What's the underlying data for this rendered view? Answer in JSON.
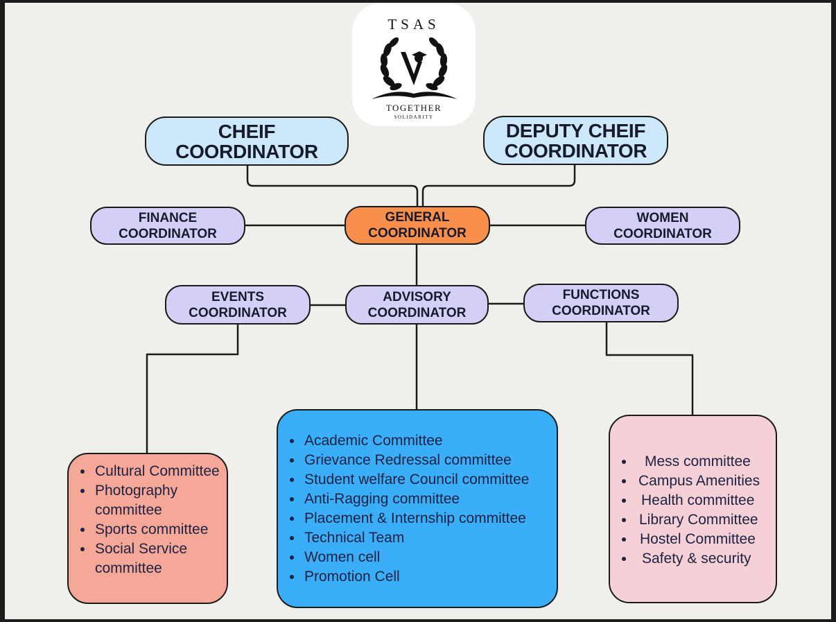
{
  "logo": {
    "title": "TSAS",
    "line1": "TOGETHER",
    "line2": "SOLIDARITY"
  },
  "nodes": {
    "chief": {
      "line1": "CHEIF",
      "line2": "COORDINATOR"
    },
    "deputy": {
      "line1": "DEPUTY CHEIF",
      "line2": "COORDINATOR"
    },
    "finance": {
      "line1": "FINANCE",
      "line2": "COORDINATOR"
    },
    "general": {
      "line1": "GENERAL",
      "line2": "COORDINATOR"
    },
    "women": {
      "line1": "WOMEN",
      "line2": "COORDINATOR"
    },
    "events": {
      "line1": "EVENTS",
      "line2": "COORDINATOR"
    },
    "advisory": {
      "line1": "ADVISORY",
      "line2": "COORDINATOR"
    },
    "functions": {
      "line1": "FUNCTIONS",
      "line2": "COORDINATOR"
    }
  },
  "lists": {
    "events": [
      "Cultural Committee",
      "Photography committee",
      "Sports committee",
      "Social Service committee"
    ],
    "advisory": [
      "Academic Committee",
      "Grievance Redressal committee",
      "Student welfare Council committee",
      "Anti-Ragging committee",
      "Placement & Internship committee",
      "Technical Team",
      "Women cell",
      "Promotion Cell"
    ],
    "functions": [
      "Mess committee",
      "Campus Amenities",
      "Health committee",
      "Library Committee",
      "Hostel Committee",
      "Safety & security"
    ]
  },
  "colors": {
    "background": "#efefeb",
    "chief_box": "#cde8fb",
    "coordinator_box": "#d3cff7",
    "general_box": "#f98f4d",
    "events_list": "#f5a898",
    "advisory_list": "#3aaef8",
    "functions_list": "#f5d0d6"
  }
}
